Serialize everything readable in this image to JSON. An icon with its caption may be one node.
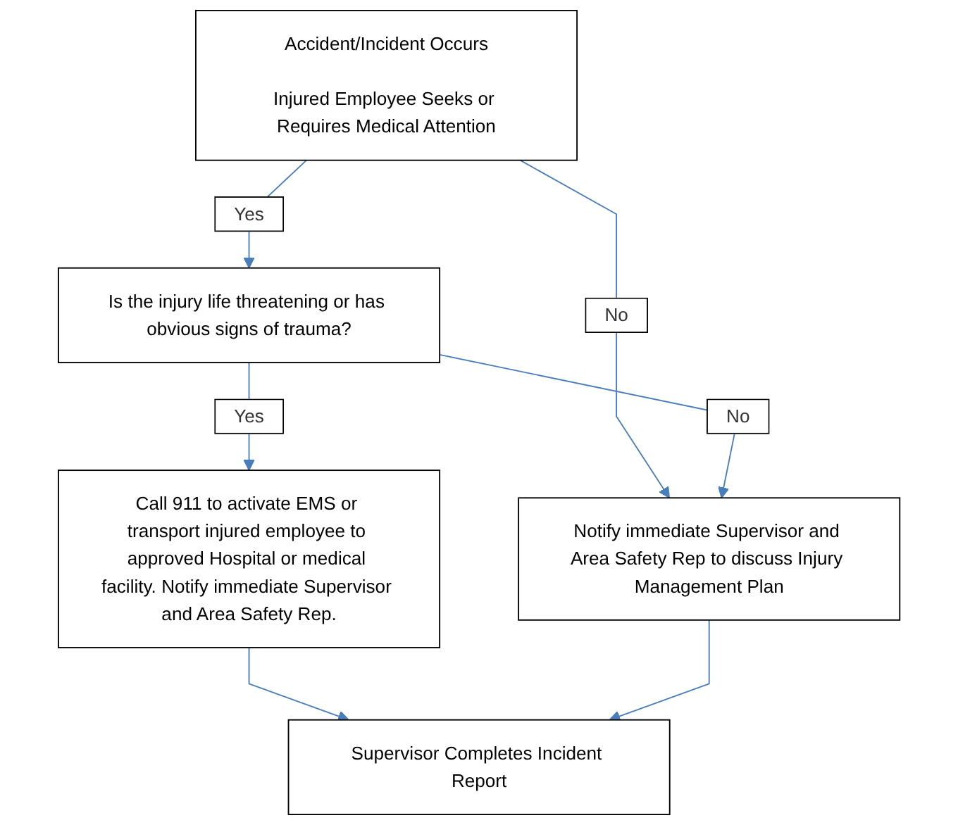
{
  "diagram": {
    "nodes": [
      {
        "text": [
          "Accident/Incident Occurs",
          "Injured Employee Seeks or Requires Medical Attention"
        ]
      },
      {
        "text": [
          "Is the injury life threatening or has obvious signs of trauma?"
        ]
      },
      {
        "text": [
          "Notify immediate Supervisor and Area Safety Rep to discuss Injury Management Plan"
        ]
      },
      {
        "text": [
          "Call 911 to activate EMS or transport injured employee to approved Hospital or medical facility. Notify immediate Supervisor and Area Safety Rep."
        ]
      },
      {
        "text": [
          "Supervisor Completes Incident Report"
        ]
      }
    ],
    "edges": [
      {
        "from": 0,
        "to": 1,
        "arrow": "to",
        "label": "Yes"
      },
      {
        "from": 0,
        "to": 2,
        "arrow": "to",
        "label": "No"
      },
      {
        "from": 1,
        "to": 2,
        "arrow": "to",
        "label": "No"
      },
      {
        "from": 1,
        "to": 3,
        "arrow": "to",
        "label": "Yes"
      },
      {
        "from": 3,
        "to": 4,
        "arrow": "to"
      },
      {
        "from": 2,
        "to": 4,
        "arrow": "to"
      }
    ]
  }
}
